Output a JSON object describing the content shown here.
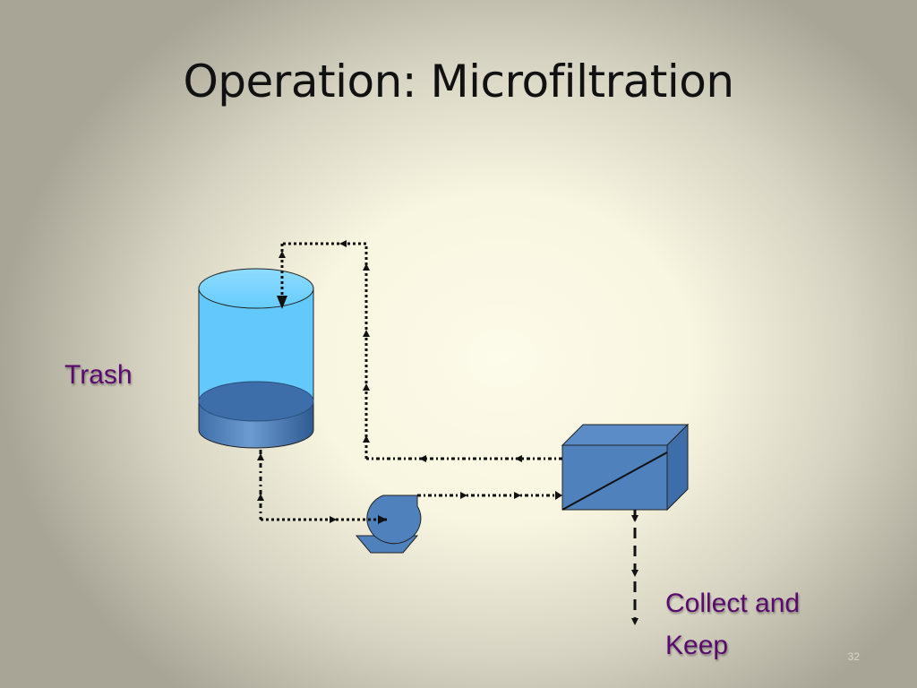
{
  "slide": {
    "title": "Operation: Microfiltration",
    "slide_number": "32"
  },
  "labels": {
    "trash": "Trash",
    "collect_line1": "Collect and",
    "collect_line2": "Keep"
  },
  "colors": {
    "label_text": "#5a0a6e",
    "tank_liquid": "#66ccff",
    "equipment_blue": "#4f81bd",
    "line": "#111111"
  },
  "icons": [
    "tank-icon",
    "pump-icon",
    "filter-module-icon"
  ]
}
